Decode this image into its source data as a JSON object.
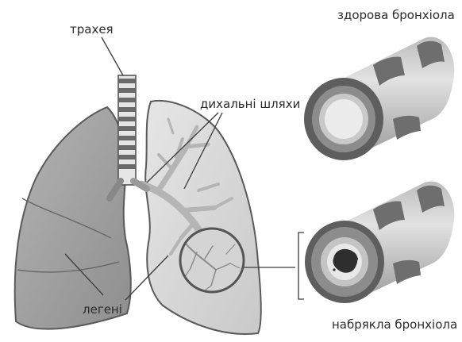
{
  "labels": {
    "trachea": "трахея",
    "airways": "дихальні шляхи",
    "lungs": "легені",
    "healthy_bronchiole": "здорова бронхіола",
    "swollen_bronchiole": "набрякла бронхіола"
  },
  "colors": {
    "lung_fill": "#a8a8a8",
    "lung_right_fill": "#dcdcdc",
    "lung_outline": "#5a5a5a",
    "airway_tree": "#b9b9b9",
    "tube_outer": "#cfcfcf",
    "tube_bands": "#6e6e6e",
    "lumen_healthy": "#ececec",
    "mucus": "#3a3a3a",
    "leader_lines": "#3c3c3c",
    "text": "#2b2b2b"
  }
}
